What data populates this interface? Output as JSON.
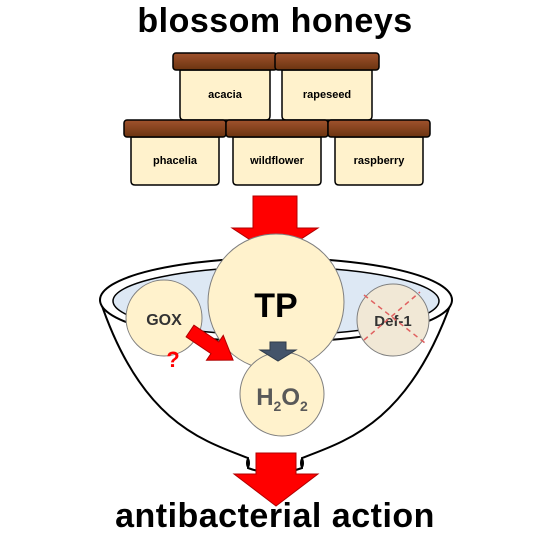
{
  "title_top": "blossom honeys",
  "title_bottom": "antibacterial action",
  "jars": [
    "acacia",
    "rapeseed",
    "phacelia",
    "wildflower",
    "raspberry"
  ],
  "funnel": {
    "tp_label": "TP",
    "gox_label": "GOX",
    "def_label": "Def-1",
    "h2o2_label": [
      "H",
      "2",
      "O",
      "2"
    ],
    "question_mark": "?"
  },
  "colors": {
    "jar_lid": "#8b4513",
    "jar_body": "#fff2cc",
    "arrow_red": "#ff0000",
    "arrow_blue": "#44546a",
    "circle_fill": "#fff2cc",
    "cross_red": "#e06060",
    "question_red": "#ff0000"
  }
}
